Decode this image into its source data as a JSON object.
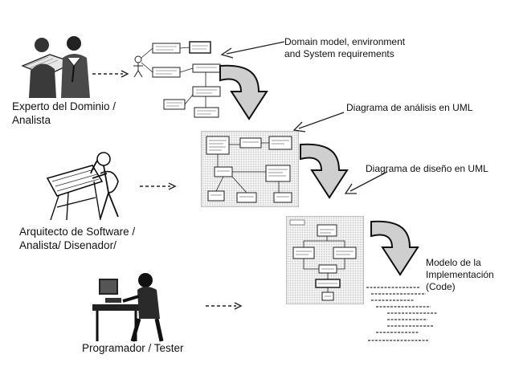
{
  "roles": {
    "domain_expert": {
      "line1": "Experto del Dominio /",
      "line2": "Analista"
    },
    "architect": {
      "line1": "Arquitecto de Software /",
      "line2": "Analista/ Disenador/"
    },
    "programmer": {
      "line1": "Programador / Tester"
    }
  },
  "artifacts": {
    "domain_model": {
      "line1": "Domain model, environment",
      "line2": "and System requirements"
    },
    "analysis_diagram": {
      "line1": "Diagrama de análisis en UML"
    },
    "design_diagram": {
      "line1": "Diagrama de diseño en UML"
    },
    "implementation": {
      "line1": "Modelo de la",
      "line2": "Implementación",
      "line3": "(Code)"
    }
  }
}
